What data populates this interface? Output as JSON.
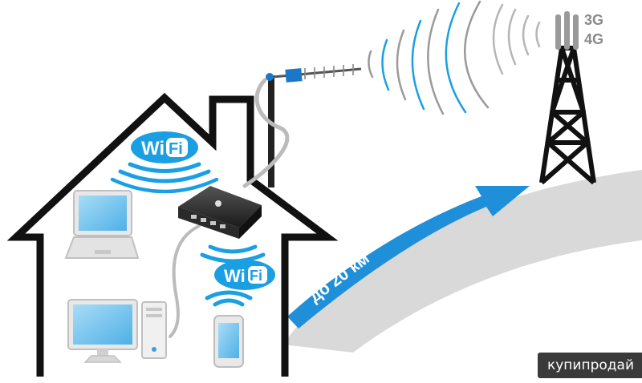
{
  "tower": {
    "label_3g": "3G",
    "label_4g": "4G"
  },
  "road": {
    "distance_label": "до 20 км"
  },
  "wifi_badges": [
    {
      "label_wi": "Wi",
      "label_fi": "Fi"
    },
    {
      "label_wi": "Wi",
      "label_fi": "Fi"
    }
  ],
  "watermark": {
    "text": "купипродай"
  },
  "colors": {
    "house_outline": "#111111",
    "road_gray": "#d9d9d9",
    "arrow_blue": "#1e8fd8",
    "wifi_blue": "#1b9fe3",
    "device_screen": "#7ec8f0"
  }
}
